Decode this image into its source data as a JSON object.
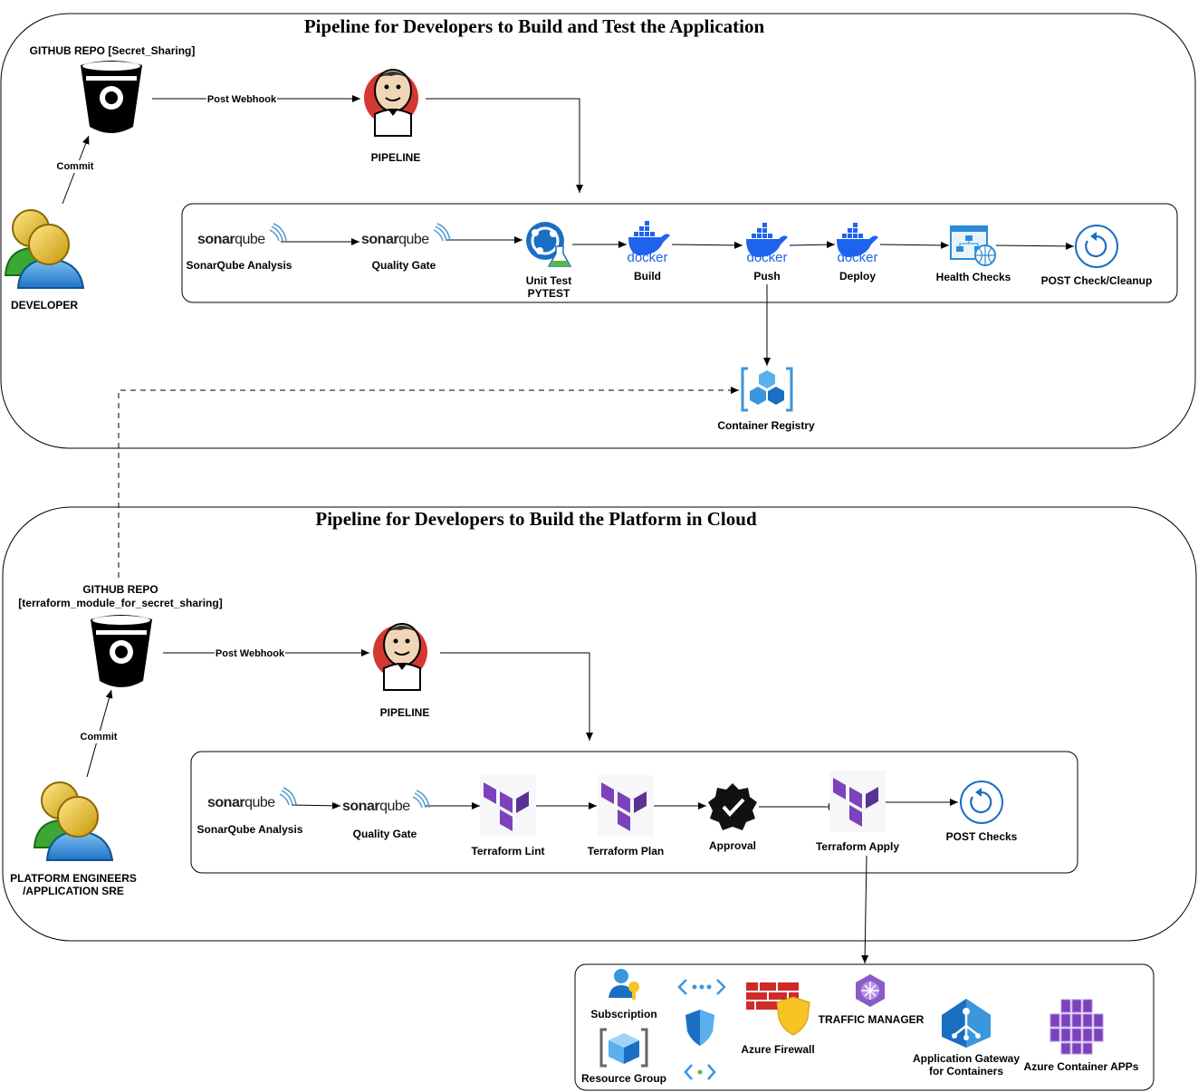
{
  "pipelines": {
    "app": {
      "title": "Pipeline for Developers to Build and Test the Application",
      "repo_label": "GITHUB REPO [Secret_Sharing]",
      "webhook_label": "Post Webhook",
      "pipeline_label": "PIPELINE",
      "commit_label": "Commit",
      "actor_label": "DEVELOPER",
      "stages": {
        "sonar_analysis": "SonarQube Analysis",
        "quality_gate": "Quality Gate",
        "unit_test_1": "Unit Test",
        "unit_test_2": "PYTEST",
        "build": "Build",
        "push": "Push",
        "deploy": "Deploy",
        "health": "Health Checks",
        "post": "POST Check/Cleanup"
      },
      "registry_label": "Container Registry"
    },
    "platform": {
      "title": "Pipeline for Developers to Build the Platform in Cloud",
      "repo_label_1": "GITHUB REPO",
      "repo_label_2": "[terraform_module_for_secret_sharing]",
      "webhook_label": "Post Webhook",
      "pipeline_label": "PIPELINE",
      "commit_label": "Commit",
      "actor_label_1": "PLATFORM ENGINEERS",
      "actor_label_2": "/APPLICATION SRE",
      "stages": {
        "sonar_analysis": "SonarQube Analysis",
        "quality_gate": "Quality Gate",
        "tf_lint": "Terraform Lint",
        "tf_plan": "Terraform Plan",
        "approval": "Approval",
        "tf_apply": "Terraform Apply",
        "post": "POST Checks"
      }
    }
  },
  "azure": {
    "subscription": "Subscription",
    "resource_group": "Resource Group",
    "firewall": "Azure Firewall",
    "traffic_manager": "TRAFFIC MANAGER",
    "app_gateway_1": "Application Gateway",
    "app_gateway_2": "for Containers",
    "container_apps": "Azure Container APPs"
  },
  "logos": {
    "sonar_prefix": "sonar",
    "sonar_suffix": "qube",
    "docker": "docker"
  },
  "colors": {
    "terraform": "#7b42bc",
    "docker": "#1d63ed",
    "azure": "#0078d4",
    "firewall_red": "#d02a2a",
    "firewall_shield": "#f7c325"
  }
}
